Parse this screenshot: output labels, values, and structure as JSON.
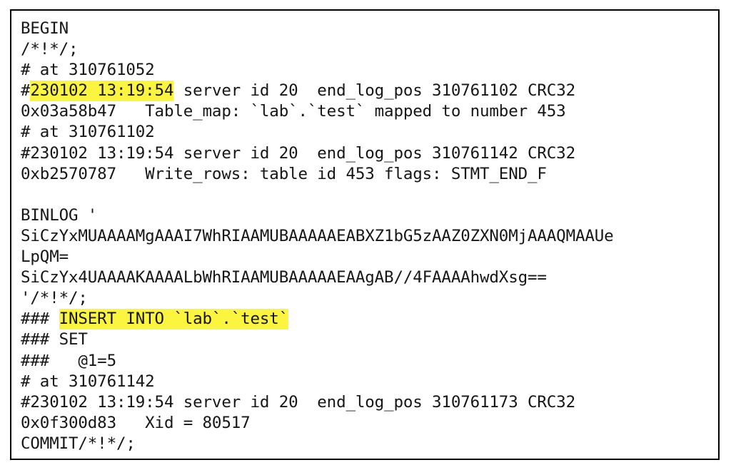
{
  "document": {
    "kind": "mysqlbinlog-output",
    "border_color": "#000000",
    "background_color": "#ffffff",
    "text_color": "#161616",
    "highlight_color": "#fbf53f"
  },
  "log": {
    "lines": [
      {
        "id": "line-begin",
        "text": "BEGIN"
      },
      {
        "id": "line-delimiter-1",
        "text": "/*!*/;"
      },
      {
        "id": "line-at-310761052",
        "text": "# at 310761052"
      },
      {
        "id": "line-event-header-1",
        "pre": "#",
        "highlight": "230102 13:19:54",
        "post": " server id 20  end_log_pos 310761102 CRC32"
      },
      {
        "id": "line-table-map",
        "text": "0x03a58b47   Table_map: `lab`.`test` mapped to number 453"
      },
      {
        "id": "line-at-310761102",
        "text": "# at 310761102"
      },
      {
        "id": "line-event-header-2",
        "text": "#230102 13:19:54 server id 20  end_log_pos 310761142 CRC32"
      },
      {
        "id": "line-write-rows",
        "text": "0xb2570787   Write_rows: table id 453 flags: STMT_END_F"
      },
      {
        "id": "line-blank-1",
        "text": ""
      },
      {
        "id": "line-binlog-start",
        "text": "BINLOG '"
      },
      {
        "id": "line-base64-1",
        "text": "SiCzYxMUAAAAMgAAAI7WhRIAAMUBAAAAAEABXZ1bG5zAAZ0ZXN0MjAAAQMAAUe"
      },
      {
        "id": "line-base64-2",
        "text": "LpQM="
      },
      {
        "id": "line-base64-3",
        "text": "SiCzYx4UAAAAKAAAALbWhRIAAMUBAAAAAEAAgAB//4FAAAAhwdXsg=="
      },
      {
        "id": "line-binlog-end",
        "text": "'/*!*/;"
      },
      {
        "id": "line-insert",
        "pre": "### ",
        "highlight": "INSERT INTO `lab`.`test`",
        "post": ""
      },
      {
        "id": "line-set",
        "text": "### SET"
      },
      {
        "id": "line-col-1",
        "text": "###   @1=5"
      },
      {
        "id": "line-at-310761142",
        "text": "# at 310761142"
      },
      {
        "id": "line-event-header-3",
        "text": "#230102 13:19:54 server id 20  end_log_pos 310761173 CRC32"
      },
      {
        "id": "line-xid",
        "text": "0x0f300d83   Xid = 80517"
      },
      {
        "id": "line-commit",
        "text": "COMMIT/*!*/;"
      }
    ]
  }
}
